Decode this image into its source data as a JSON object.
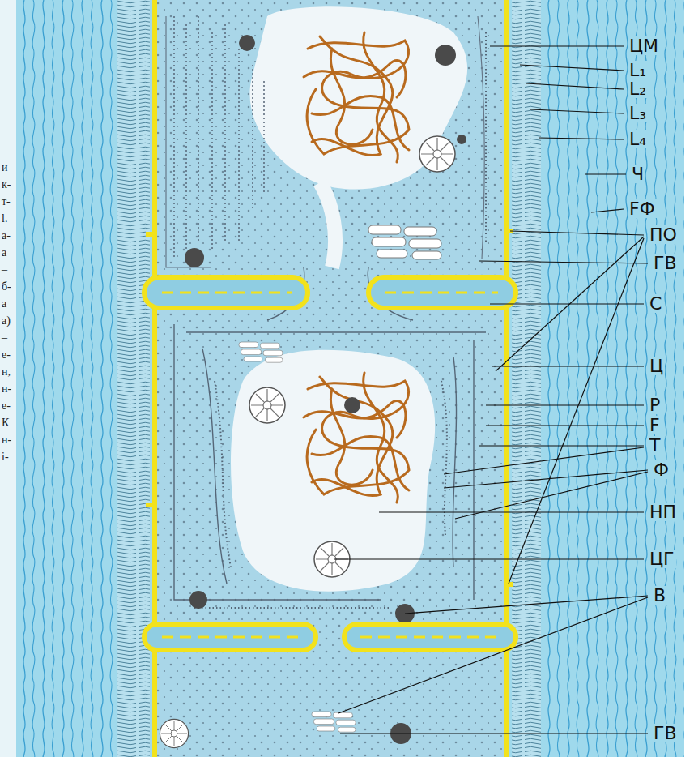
{
  "diagram": {
    "labels": [
      "ЦМ",
      "L₁",
      "L₂",
      "L₃",
      "L₄",
      "Ч",
      "FФ",
      "ПО",
      "ГВ",
      "С",
      "Ц",
      "Р",
      "F",
      "Т",
      "Ф",
      "НП",
      "ЦГ",
      "В",
      "ГВ",
      "и",
      "к-",
      "т-",
      "l.",
      "а-",
      "а",
      "–",
      "б-",
      "а",
      "а)",
      "–",
      "е-",
      "н,",
      "н-",
      "е-",
      "К",
      "н-",
      "і-"
    ]
  }
}
